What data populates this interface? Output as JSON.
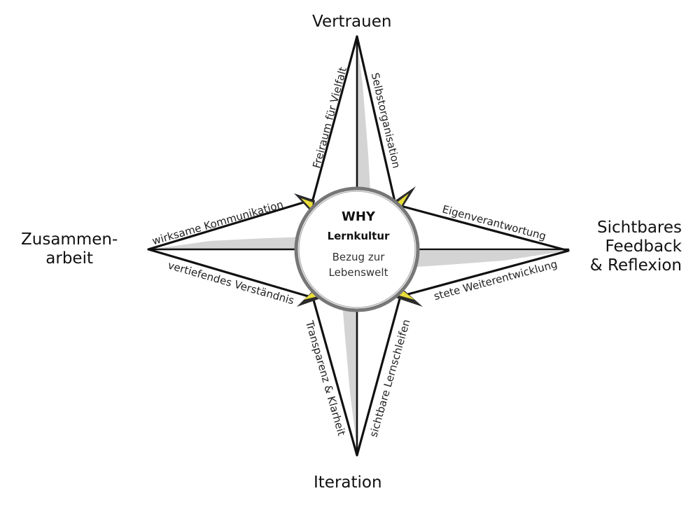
{
  "directions": {
    "north": "Vertrauen",
    "south": "Iteration",
    "west": [
      "Zusammen-",
      "arbeit"
    ],
    "east": [
      "Sichtbares",
      "Feedback",
      "& Reflexion"
    ]
  },
  "edges": {
    "north_west": "Freiraum für Vielfalt",
    "north_east": "Selbstorganisation",
    "east_north": "Eigenverantwortung",
    "east_south": "stete Weiterentwicklung",
    "south_east": "sichtbare Lernschleifen",
    "south_west": "Transparenz & Klarheit",
    "west_south": "vertiefendes Verständnis",
    "west_north": "wirksame Kommunikation"
  },
  "center": {
    "title": "WHY",
    "subtitle": "Lernkultur",
    "line1": "Bezug zur",
    "line2": "Lebenswelt"
  }
}
